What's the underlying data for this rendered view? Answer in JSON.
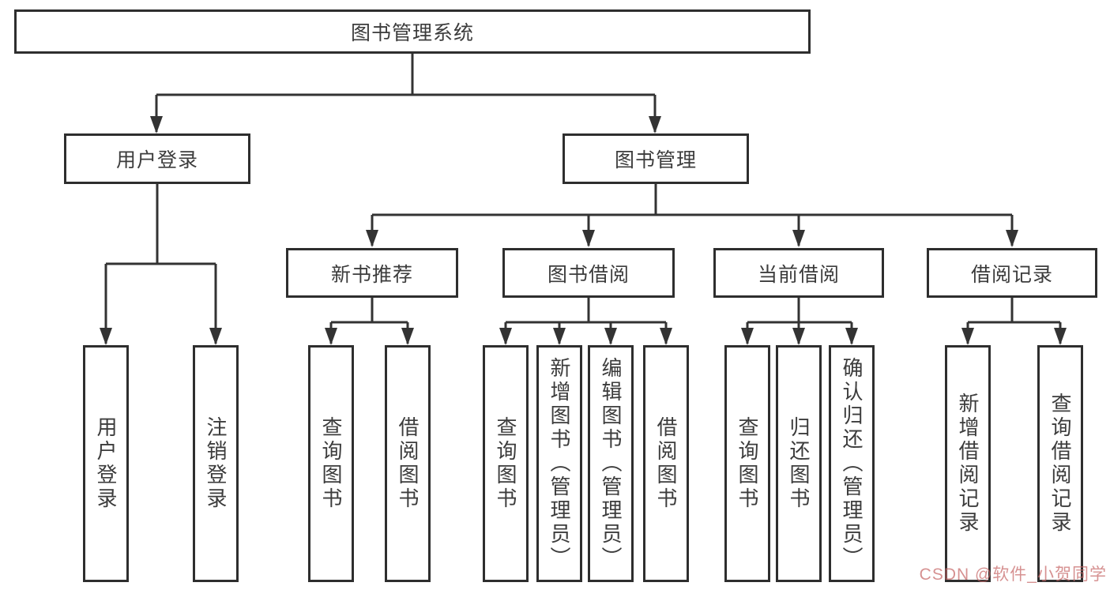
{
  "diagram": {
    "title": "图书管理系统",
    "colors": {
      "line": "#333333",
      "border": "#2e2e2e",
      "text": "#3c3c3c",
      "background": "#ffffff",
      "watermark": "#c66766"
    },
    "tree": {
      "root": "图书管理系统",
      "branches": [
        {
          "label": "用户登录",
          "leaves": [
            "用户登录",
            "注销登录"
          ]
        },
        {
          "label": "图书管理",
          "children": [
            {
              "label": "新书推荐",
              "leaves": [
                "查询图书",
                "借阅图书"
              ]
            },
            {
              "label": "图书借阅",
              "leaves": [
                "查询图书",
                "新增图书（管理员）",
                "编辑图书（管理员）",
                "借阅图书"
              ]
            },
            {
              "label": "当前借阅",
              "leaves": [
                "查询图书",
                "归还图书",
                "确认归还（管理员）"
              ]
            },
            {
              "label": "借阅记录",
              "leaves": [
                "新增借阅记录",
                "查询借阅记录"
              ]
            }
          ]
        }
      ]
    },
    "watermark": "CSDN @软件_小贺同学"
  }
}
